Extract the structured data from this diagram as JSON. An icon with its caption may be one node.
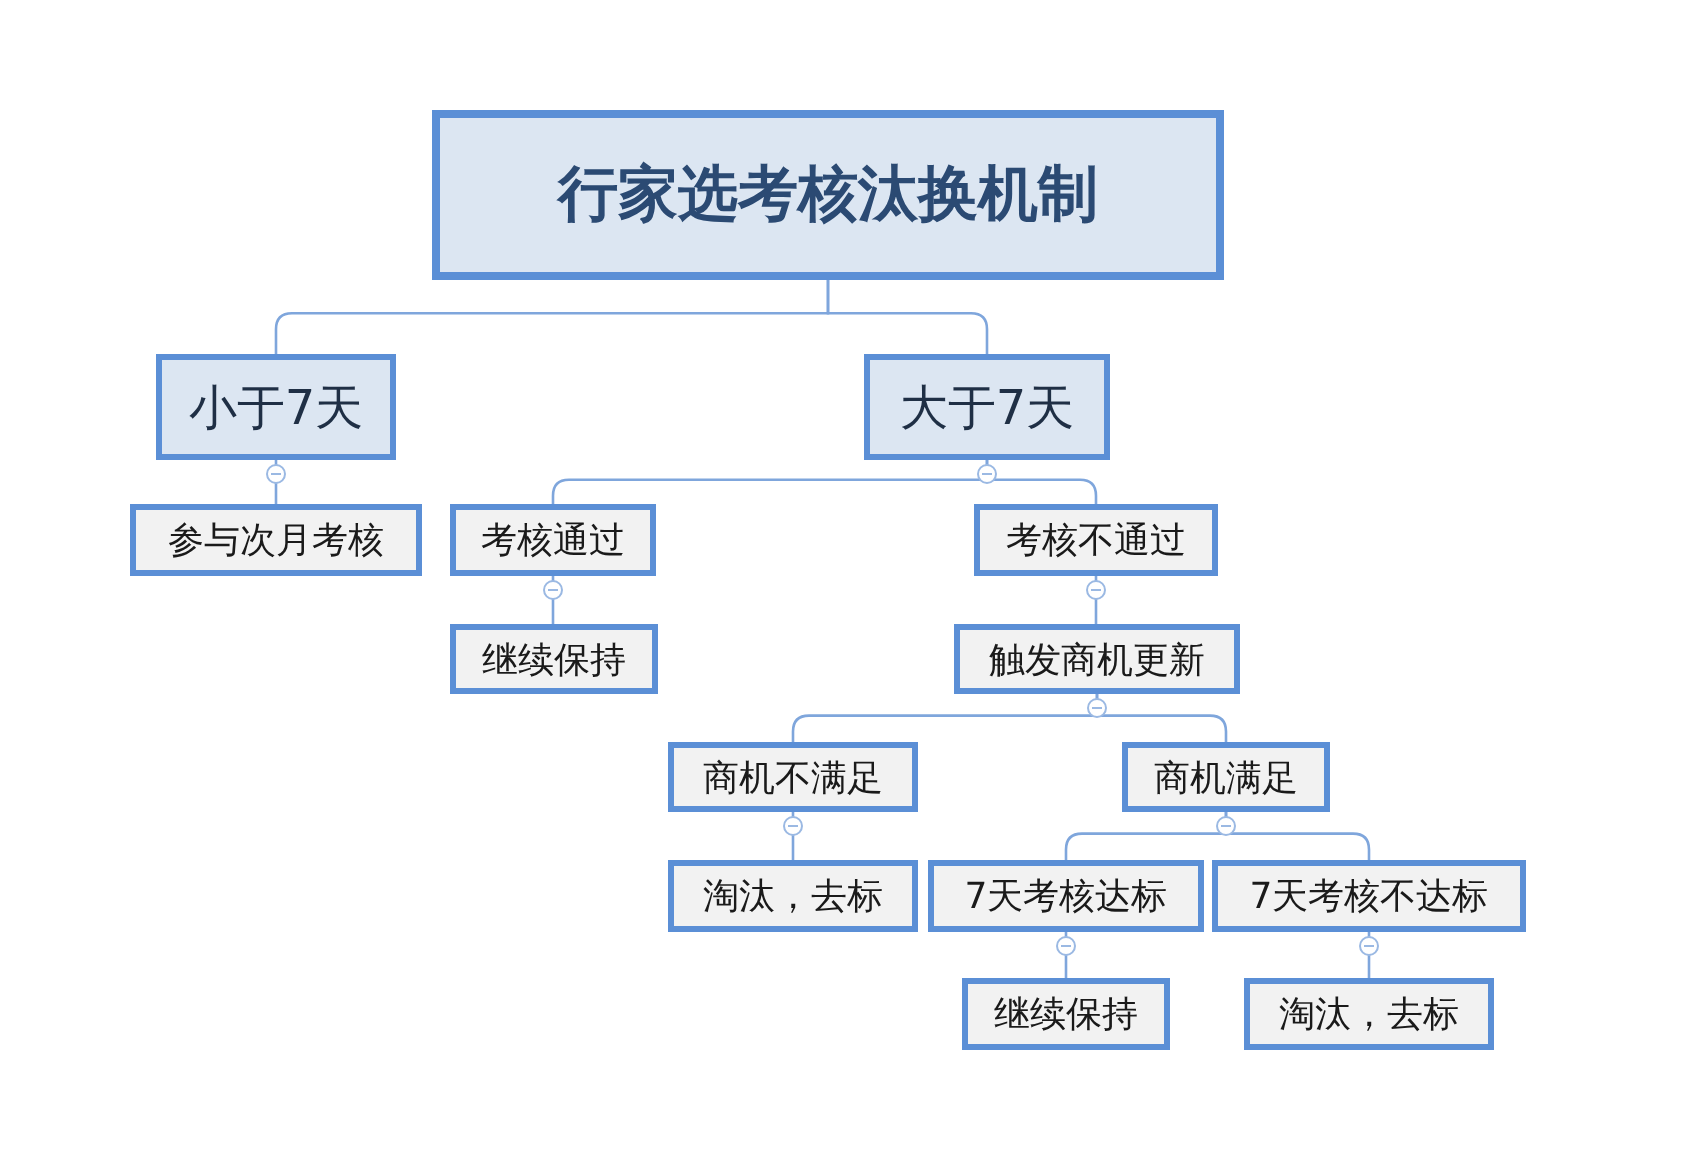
{
  "diagram": {
    "nodes": [
      {
        "text": [
          "行家选考核汰换机制"
        ]
      },
      {
        "text": [
          "小于7天"
        ]
      },
      {
        "text": [
          "大于7天"
        ]
      },
      {
        "text": [
          "参与次月考核"
        ]
      },
      {
        "text": [
          "考核通过"
        ]
      },
      {
        "text": [
          "考核不通过"
        ]
      },
      {
        "text": [
          "继续保持"
        ]
      },
      {
        "text": [
          "触发商机更新"
        ]
      },
      {
        "text": [
          "商机不满足"
        ]
      },
      {
        "text": [
          "商机满足"
        ]
      },
      {
        "text": [
          "淘汰，去标"
        ]
      },
      {
        "text": [
          "7天考核达标"
        ]
      },
      {
        "text": [
          "7天考核不达标"
        ]
      },
      {
        "text": [
          "继续保持"
        ]
      },
      {
        "text": [
          "淘汰，去标"
        ]
      }
    ],
    "edges": [
      {
        "from": 0,
        "to": 1,
        "arrow": "none"
      },
      {
        "from": 0,
        "to": 2,
        "arrow": "none"
      },
      {
        "from": 1,
        "to": 3,
        "arrow": "none"
      },
      {
        "from": 2,
        "to": 4,
        "arrow": "none"
      },
      {
        "from": 2,
        "to": 5,
        "arrow": "none"
      },
      {
        "from": 4,
        "to": 6,
        "arrow": "none"
      },
      {
        "from": 5,
        "to": 7,
        "arrow": "none"
      },
      {
        "from": 7,
        "to": 8,
        "arrow": "none"
      },
      {
        "from": 7,
        "to": 9,
        "arrow": "none"
      },
      {
        "from": 8,
        "to": 10,
        "arrow": "none"
      },
      {
        "from": 9,
        "to": 11,
        "arrow": "none"
      },
      {
        "from": 9,
        "to": 12,
        "arrow": "none"
      },
      {
        "from": 11,
        "to": 13,
        "arrow": "none"
      },
      {
        "from": 12,
        "to": 14,
        "arrow": "none"
      }
    ]
  }
}
